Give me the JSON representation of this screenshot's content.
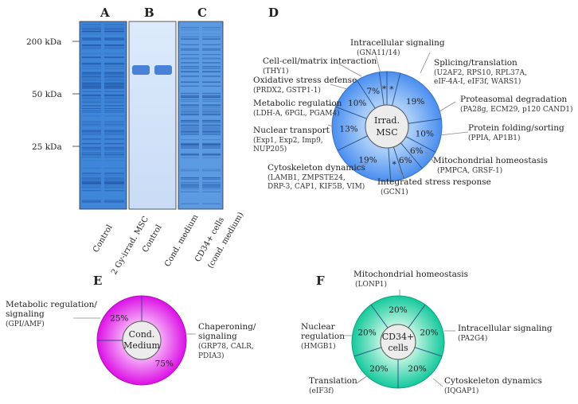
{
  "panels": {
    "A": "A",
    "B": "B",
    "C": "C",
    "D": "D",
    "E": "E",
    "F": "F"
  },
  "gel": {
    "mw_markers": [
      "200 kDa",
      "50 kDa",
      "25 kDa"
    ],
    "lanes": [
      "Control",
      "2 Gy-irrad. MSC",
      "Control",
      "Cond. medium",
      "CD34+ cells",
      "(cond. medium)"
    ]
  },
  "panel_d": {
    "center": [
      "Irrad.",
      "MSC"
    ],
    "segments": [
      {
        "category": "Intracellular signaling",
        "proteins": "(GNA11/14)",
        "label": "*"
      },
      {
        "category": "Splicing/translation",
        "proteins": [
          "(U2AF2, RPS10, RPL37A,",
          "eIF-4A-I, eIF3f, WARS1)"
        ],
        "label": "19%"
      },
      {
        "category": "Proteasomal degradation",
        "proteins": "(PA28g, ECM29, p120 CAND1)",
        "label": "10%"
      },
      {
        "category": "Protein folding/sorting",
        "proteins": "(PPIA, AP1B1)",
        "label": "6%"
      },
      {
        "category": "Mitochondrial homeostasis",
        "proteins": "(PMPCA, GRSF-1)",
        "label": "6%"
      },
      {
        "category": "Integrated stress response",
        "proteins": "(GCN1)",
        "label": "*"
      },
      {
        "category": "Cytoskeleton dynamics",
        "proteins": [
          "(LAMB1, ZMPSTE24,",
          "DRP-3, CAP1, KIF5B, VIM)"
        ],
        "label": "19%"
      },
      {
        "category": "Nuclear transport",
        "proteins": [
          "(Exp1, Exp2, Imp9,",
          "NUP205)"
        ],
        "label": "13%"
      },
      {
        "category": "Metabolic regulation",
        "proteins": "(LDH-A, 6PGL, PGAM4)",
        "label": "10%"
      },
      {
        "category": "Oxidative stress defense",
        "proteins": "(PRDX2, GSTP1-1)",
        "label": "7%"
      },
      {
        "category": "Cell-cell/matrix interaction",
        "proteins": "(THY1)",
        "label": "*"
      }
    ]
  },
  "panel_e": {
    "center": [
      "Cond.",
      "Medium"
    ],
    "segments": [
      {
        "category": [
          "Metabolic regulation/",
          "signaling"
        ],
        "proteins": "(GPI/AMF)",
        "label": "25%"
      },
      {
        "category": [
          "Chaperoning/",
          "signaling"
        ],
        "proteins": [
          "(GRP78, CALR,",
          "PDIA3)"
        ],
        "label": "75%"
      }
    ]
  },
  "panel_f": {
    "center": [
      "CD34+",
      "cells"
    ],
    "segments": [
      {
        "category": "Mitochondrial homeostasis",
        "proteins": "(LONP1)",
        "label": "20%"
      },
      {
        "category": "Intracellular signaling",
        "proteins": "(PA2G4)",
        "label": "20%"
      },
      {
        "category": "Cytoskeleton dynamics",
        "proteins": "(IQGAP1)",
        "label": "20%"
      },
      {
        "category": "Translation",
        "proteins": "(eIF3f)",
        "label": "20%"
      },
      {
        "category": [
          "Nuclear",
          "regulation"
        ],
        "proteins": "(HMGB1)",
        "label": "20%"
      }
    ]
  },
  "colors": {
    "gel_blue": "#3f86d8",
    "ring_d": "#5a9cf0",
    "ring_d_light": "#a9cdf8",
    "ring_e": "#e020e8",
    "ring_f": "#2fcfa8",
    "center": "#ececec",
    "leader": "#888888"
  }
}
